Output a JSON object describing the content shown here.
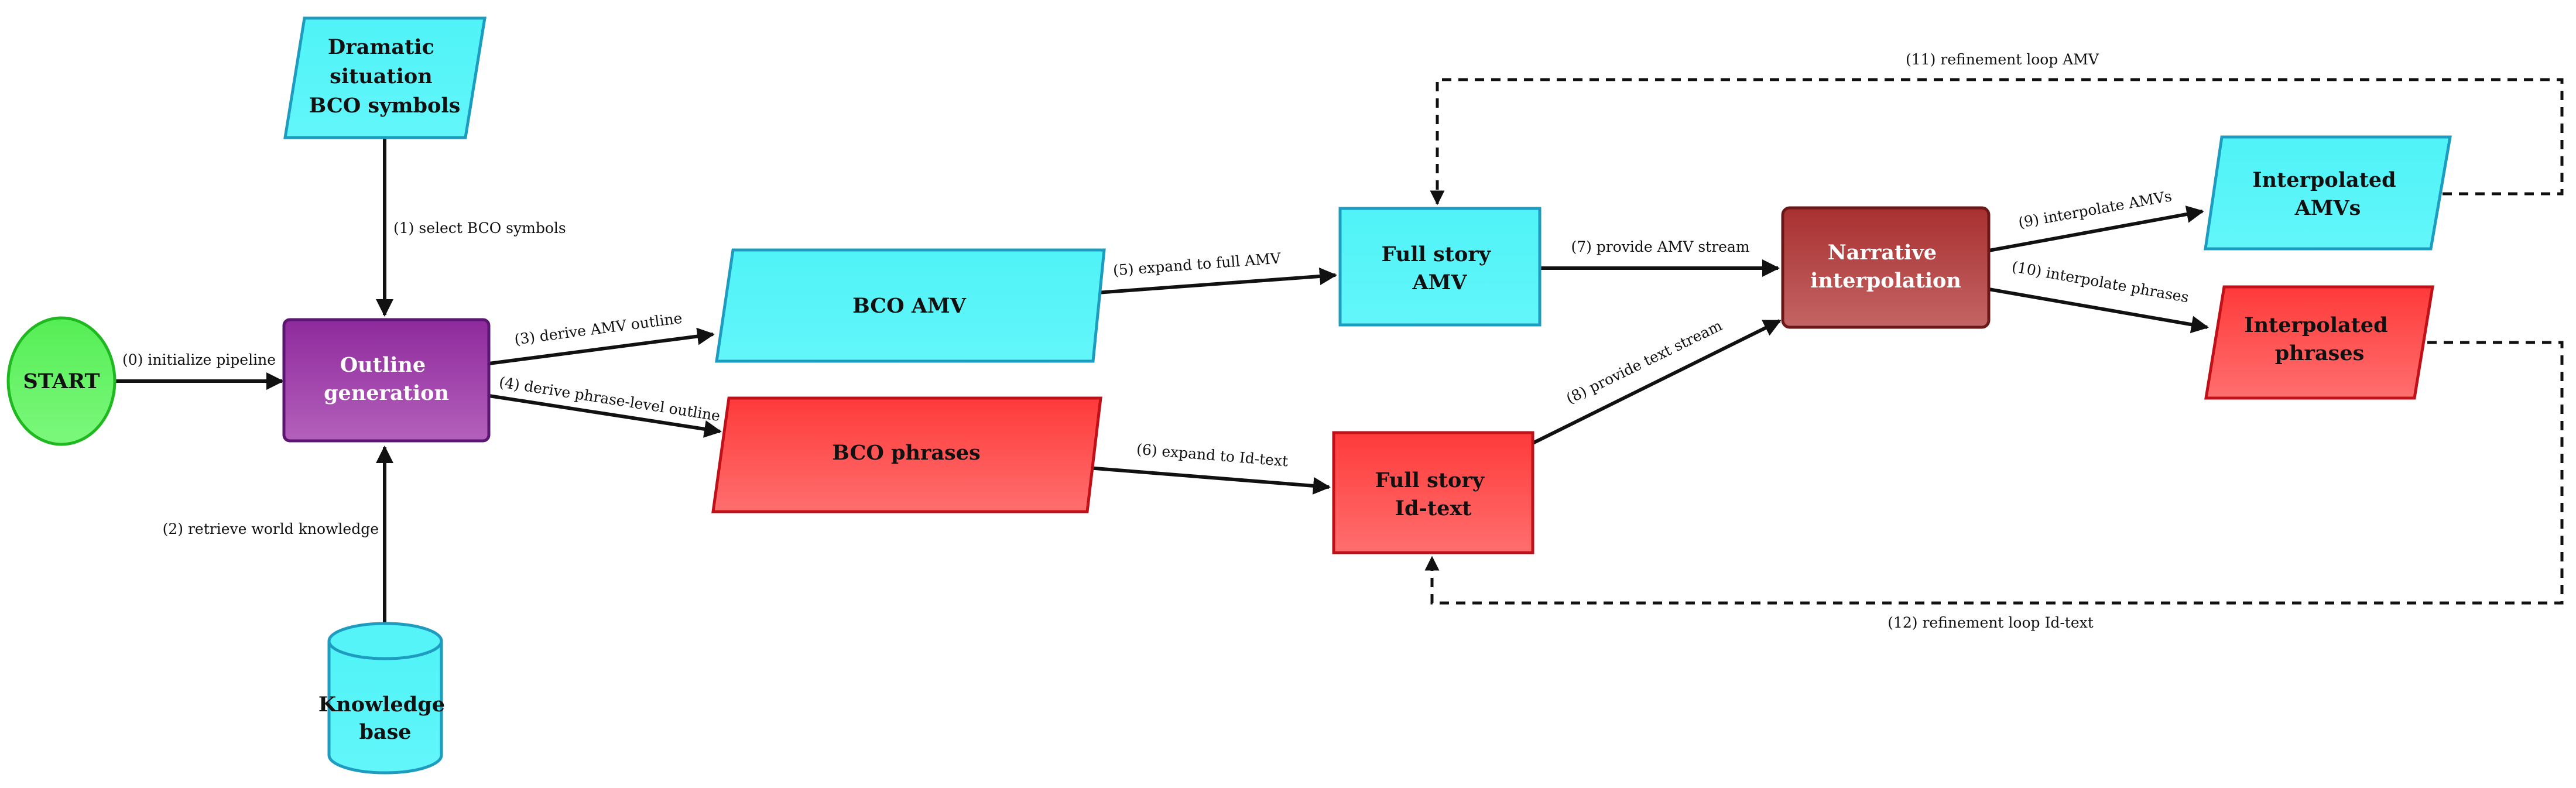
{
  "colors": {
    "cyan_fill": "#55F4F8",
    "cyan_stroke": "#1E9CC0",
    "red_fill_top": "#FF3A3A",
    "red_fill_bottom": "#FF6E6E",
    "red_stroke": "#C01018",
    "purple_fill": "#9E3EA8",
    "purple_stroke": "#5A1670",
    "green_fill": "#66F466",
    "green_stroke": "#20B820",
    "darkred_fill": "#B44444",
    "darkred_stroke": "#6A1818",
    "edge": "#111111"
  },
  "nodes": {
    "start": {
      "label": "START",
      "shape": "ellipse"
    },
    "dramatic": {
      "lines": [
        "Dramatic",
        "situation",
        "BCO symbols"
      ],
      "shape": "parallelogram"
    },
    "outline": {
      "lines": [
        "Outline",
        "generation"
      ],
      "shape": "rounded-rectangle"
    },
    "knowledge": {
      "lines": [
        "Knowledge",
        "base"
      ],
      "shape": "cylinder"
    },
    "bco_amv": {
      "label": "BCO AMV",
      "shape": "parallelogram"
    },
    "bco_phrases": {
      "label": "BCO phrases",
      "shape": "parallelogram"
    },
    "full_amv": {
      "lines": [
        "Full story",
        "AMV"
      ],
      "shape": "rectangle"
    },
    "full_idtext": {
      "lines": [
        "Full story",
        "Id-text"
      ],
      "shape": "rectangle"
    },
    "narrative": {
      "lines": [
        "Narrative",
        "interpolation"
      ],
      "shape": "rounded-rectangle"
    },
    "interp_amvs": {
      "lines": [
        "Interpolated",
        "AMVs"
      ],
      "shape": "parallelogram"
    },
    "interp_phrases": {
      "lines": [
        "Interpolated",
        "phrases"
      ],
      "shape": "parallelogram"
    }
  },
  "edges": {
    "e0": "(0) initialize pipeline",
    "e1": "(1) select BCO symbols",
    "e2": "(2) retrieve world knowledge",
    "e3": "(3) derive AMV outline",
    "e4": "(4) derive phrase-level outline",
    "e5": "(5) expand to full AMV",
    "e6": "(6) expand to Id-text",
    "e7": "(7) provide AMV stream",
    "e8": "(8) provide text stream",
    "e9": "(9) interpolate AMVs",
    "e10": "(10) interpolate phrases",
    "e11": "(11) refinement loop AMV",
    "e12": "(12) refinement loop Id-text"
  }
}
